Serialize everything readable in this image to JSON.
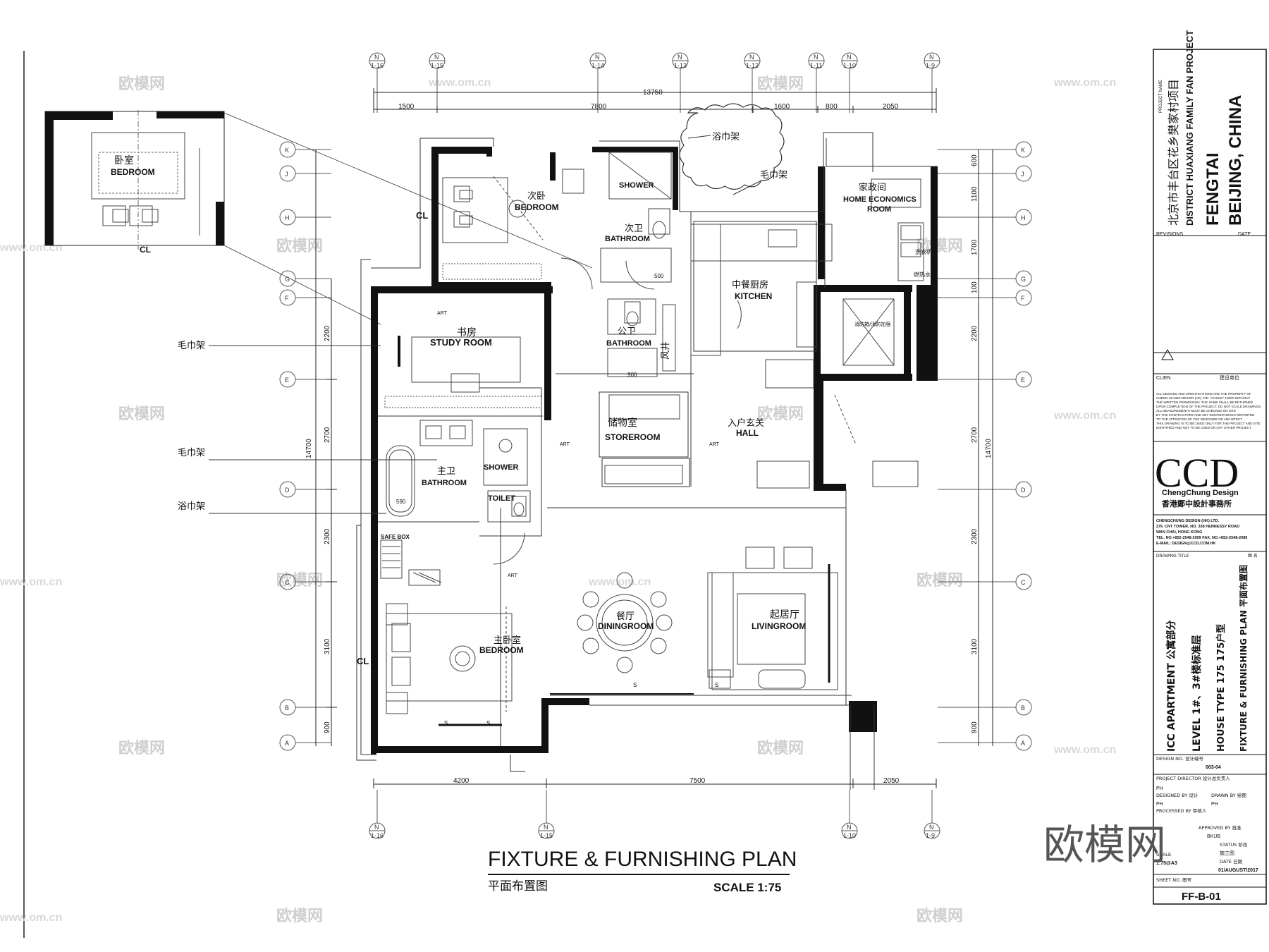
{
  "drawing": {
    "title": "FIXTURE & FURNISHING PLAN",
    "title_cn": "平面布置图",
    "scale": "SCALE 1:75"
  },
  "watermarks": {
    "cn": "欧模网",
    "url": "www.om.cn",
    "corner": "欧模网"
  },
  "dimensions": {
    "top_total": "13750",
    "top": [
      "1500",
      "7800",
      "1600",
      "800",
      "2050"
    ],
    "bottom": [
      "4200",
      "7500",
      "2050"
    ],
    "left_total": "14700",
    "right_total": "14700",
    "left": [
      "2200",
      "2700",
      "2300",
      "3100",
      "900"
    ],
    "right": [
      "600",
      "1100",
      "1700",
      "100",
      "2200",
      "2700",
      "2300",
      "3100",
      "900"
    ]
  },
  "grid": {
    "rows": [
      "K",
      "J",
      "H",
      "G",
      "F",
      "E",
      "D",
      "C",
      "B",
      "A"
    ],
    "top_cols": [
      "N",
      "N",
      "N",
      "N",
      "N",
      "N",
      "N",
      "N"
    ],
    "top_subs": [
      "1-16",
      "1-15",
      "1-14",
      "1-13",
      "1-12",
      "1-11",
      "1-10",
      "1-9"
    ],
    "bottom_cols": [
      "N",
      "N",
      "N",
      "N"
    ],
    "bottom_subs": [
      "1-16",
      "1-15",
      "1-10",
      "1-9"
    ]
  },
  "rooms": {
    "inset_bedroom_cn": "卧室",
    "inset_bedroom": "BEDROOM",
    "inset_cl": "CL",
    "bedroom2_cn": "次卧",
    "bedroom2": "BEDROOM",
    "shower1": "SHOWER",
    "bathroom2_cn": "次卫",
    "bathroom2": "BATHROOM",
    "cl_left": "CL",
    "home_econ_cn": "家政间",
    "home_econ_1": "HOME ECONOMICS",
    "home_econ_2": "ROOM",
    "kitchen_cn": "中餐厨房",
    "kitchen": "KITCHEN",
    "study_cn": "书房",
    "study": "STUDY ROOM",
    "public_bath_cn": "公卫",
    "public_bath": "BATHROOM",
    "shaft_cn": "风井",
    "storeroom_cn": "储物室",
    "storeroom": "STOREROOM",
    "hall_cn": "入户玄关",
    "hall": "HALL",
    "master_bath_cn": "主卫",
    "master_bath": "BATHROOM",
    "shower2": "SHOWER",
    "toilet": "TOILET",
    "safe_box": "SAFE BOX",
    "dining_cn": "餐厅",
    "dining": "DININGROOM",
    "living_cn": "起居厅",
    "living": "LIVINGROOM",
    "master_bed_cn": "主卧室",
    "master_bed": "BEDROOM",
    "cl_master": "CL"
  },
  "annotations": {
    "towel_rail_cn": "毛巾架",
    "bath_towel_rack_cn": "浴巾架",
    "art": "ART",
    "s": "S",
    "dim_590": "590",
    "dim_500": "500",
    "dim_900": "900",
    "washer_cn": "洗衣机",
    "water_heater_cn": "燃热水罐",
    "shaft_note_cn": "消防箱/消防加强"
  },
  "title_block": {
    "project_name_label": "PROJECT NAME",
    "project_cn": "北京市丰台区花乡樊家村项目",
    "project_en": "DISTRICT HUAXIANG FAMILY FAN PROJECT",
    "city1": "FENGTAI",
    "city2": "BEIJING, CHINA",
    "revisions": "REVISIONS",
    "date": "DATE",
    "client_en": "CLIEN",
    "client_cn": "建设单位",
    "disclaimer": [
      "ALL DESIGNS AND SPECIFICATIONS ARE THE PROPERTY OF",
      "CHENG CHUNG DESIGN (HK) LTD. \"CHUNG\" USED WITHOUT",
      "THE WRITTEN PERMISSION. THE SAME SHALL BE RETURNED",
      "UPON COMPLETION OF THE PROJECT. DO NOT SCALE DRAWINGS.",
      "ALL MEASUREMENTS MUST BE CHECKED ON SITE",
      "BY THE CONTRACTORS AND ANY DISCREPANCIES REPORTED",
      "TO THE ATTENTION OF THE DESIGNER OR ARCHITECT.",
      "THIS DRAWING IS TO BE USED ONLY FOR THE PROJECT AND SITE",
      "IDENTIFIED AND NOT TO BE USED ON ANY OTHER PROJECT."
    ],
    "logo": "CCD",
    "logo_sub": "ChengChung Design",
    "logo_cn": "香港鄭中設計事務所",
    "company": [
      "CHENGCHUNG DESIGN (HK) LTD.",
      "27F, CNT TOWER, NO. 338 HENNESSY ROAD",
      "WAN CHAI, HONG KONG",
      "TEL. NO.+852-2548-2009  FAX. NO.+852-2548-2089",
      "E-MAIL: DESIGN@CCD.COM.HK"
    ],
    "drawing_title_label": "DRAWING TITLE",
    "drawing_title_cn_label": "图 名",
    "dt_line1": "ICC APARTMENT  公寓部分",
    "dt_line2": "LEVEL  1#、3#楼标准层",
    "dt_line3": "HOUSE TYPE 175    175户型",
    "dt_line4": "FIXTURE & FURNISHING PLAN  平面布置图",
    "design_no_label": "DESIGN NO. 设计编号",
    "design_no": "003-04",
    "project_director_label": "PROJECT DIRECTOR  设计总负责人",
    "project_director": "PH",
    "designed_by_label": "DESIGNED BY  设计",
    "drawn_by_label": "DRAWN BY  绘图",
    "designed_by": "PH",
    "drawn_by": "PH",
    "processed_by_label": "PROCESSED BY  审核人",
    "approved_label": "APPROVED BY  批准",
    "approved": "BKUB",
    "status_label": "STATUS  阶段",
    "status": "施工图",
    "scale_label": "SCALE",
    "scale": "1:75@A3",
    "date_label": "DATE  日期",
    "date_value": "01/AUGUST/2017",
    "sheet_no_label": "SHEET NO.  图号",
    "sheet_no": "FF-B-01"
  }
}
